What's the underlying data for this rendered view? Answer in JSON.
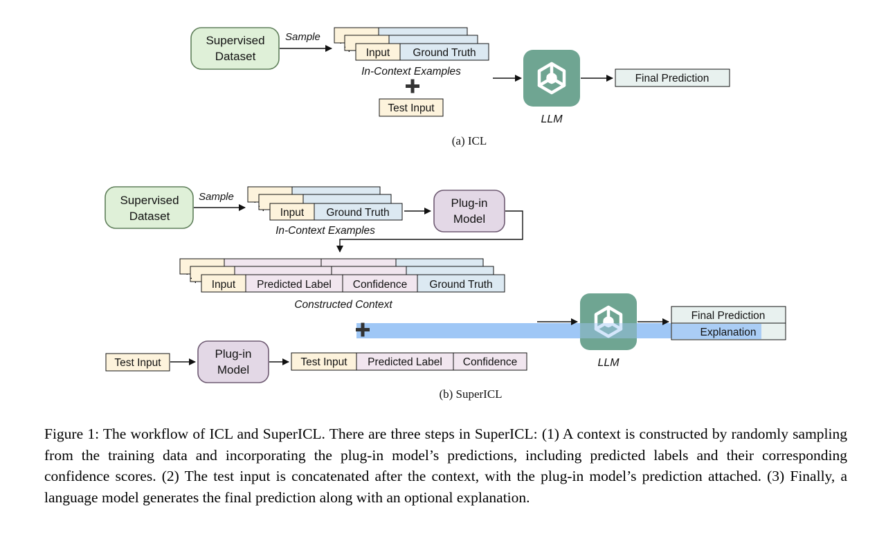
{
  "colors": {
    "green_fill": "#dff0d8",
    "green_stroke": "#5f7f5a",
    "purple_fill": "#e3d8e6",
    "purple_stroke": "#6e5a72",
    "input_fill": "#fdf3dc",
    "gt_fill": "#dce9f2",
    "pred_fill": "#f1e6ef",
    "final_fill": "#e8f1ef",
    "llm_green": "#6fa592",
    "highlight_blue": "#9fc7f6"
  },
  "icons": {
    "llm_logo": "openai-logo-icon",
    "plus": "plus-icon"
  },
  "icl": {
    "supervised_dataset": [
      "Supervised",
      "Dataset"
    ],
    "sample": "Sample",
    "input": "Input",
    "ground_truth": "Ground Truth",
    "in_context_examples": "In-Context Examples",
    "test_input": "Test Input",
    "llm": "LLM",
    "final_prediction": "Final Prediction",
    "subcaption": "(a) ICL"
  },
  "supericl": {
    "supervised_dataset": [
      "Supervised",
      "Dataset"
    ],
    "sample": "Sample",
    "input": "Input",
    "ground_truth": "Ground Truth",
    "in_context_examples": "In-Context Examples",
    "plugin_model": [
      "Plug-in",
      "Model"
    ],
    "predicted_label": "Predicted Label",
    "confidence": "Confidence",
    "constructed_context": "Constructed Context",
    "test_input": "Test Input",
    "llm": "LLM",
    "final_prediction": "Final Prediction",
    "explanation": "Explanation",
    "subcaption": "(b) SuperICL"
  },
  "caption": "Figure 1: The workflow of ICL and SuperICL. There are three steps in SuperICL: (1) A context is constructed by randomly sampling from the training data and incorporating the plug-in model’s predictions, including predicted labels and their corresponding confidence scores.  (2) The test input is concatenated after the context, with the plug-in model’s prediction attached.  (3) Finally, a language model generates the final prediction along with an optional explanation."
}
